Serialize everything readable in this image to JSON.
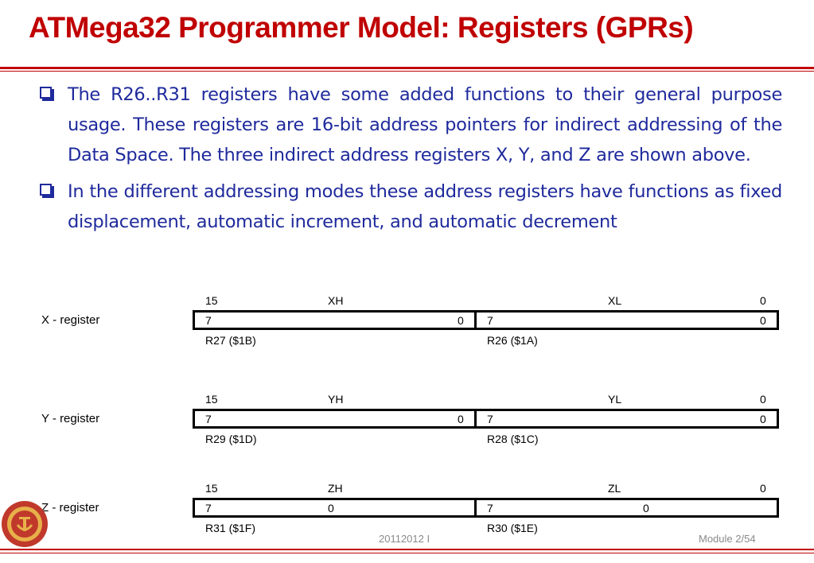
{
  "slide": {
    "title": "ATMega32 Programmer Model: Registers (GPRs)",
    "bullets": [
      "The R26..R31 registers have some added functions to their general purpose usage. These registers are 16-bit address pointers for indirect addressing of the Data Space. The three indirect address registers X, Y, and Z are shown above.",
      "In the different addressing modes these address registers have functions as fixed displacement, automatic increment, and automatic decrement"
    ]
  },
  "registers": [
    {
      "name": "X - register",
      "bit_hi": "15",
      "hi_name": "XH",
      "lo_name": "XL",
      "bit_lo": "0",
      "h7": "7",
      "h0": "0",
      "l7": "7",
      "l0": "0",
      "hi_reg": "R27 ($1B)",
      "lo_reg": "R26 ($1A)"
    },
    {
      "name": "Y - register",
      "bit_hi": "15",
      "hi_name": "YH",
      "lo_name": "YL",
      "bit_lo": "0",
      "h7": "7",
      "h0": "0",
      "l7": "7",
      "l0": "0",
      "hi_reg": "R29 ($1D)",
      "lo_reg": "R28 ($1C)"
    },
    {
      "name": "Z - register",
      "bit_hi": "15",
      "hi_name": "ZH",
      "lo_name": "ZL",
      "bit_lo": "0",
      "h7": "7",
      "h0": "0",
      "l7": "7",
      "l0": "0",
      "hi_reg": "R31 ($1F)",
      "lo_reg": "R30 ($1E)"
    }
  ],
  "footer": {
    "date": "20112012 I",
    "page": "Module 2/54"
  },
  "colors": {
    "title": "#c00000",
    "body_text": "#1f2a9c",
    "rules": "#c00000",
    "logo_primary": "#c0392b",
    "logo_accent": "#e8b04a"
  },
  "icons": {
    "bullet": "checkbox-bullet-icon",
    "logo": "university-seal-logo"
  }
}
